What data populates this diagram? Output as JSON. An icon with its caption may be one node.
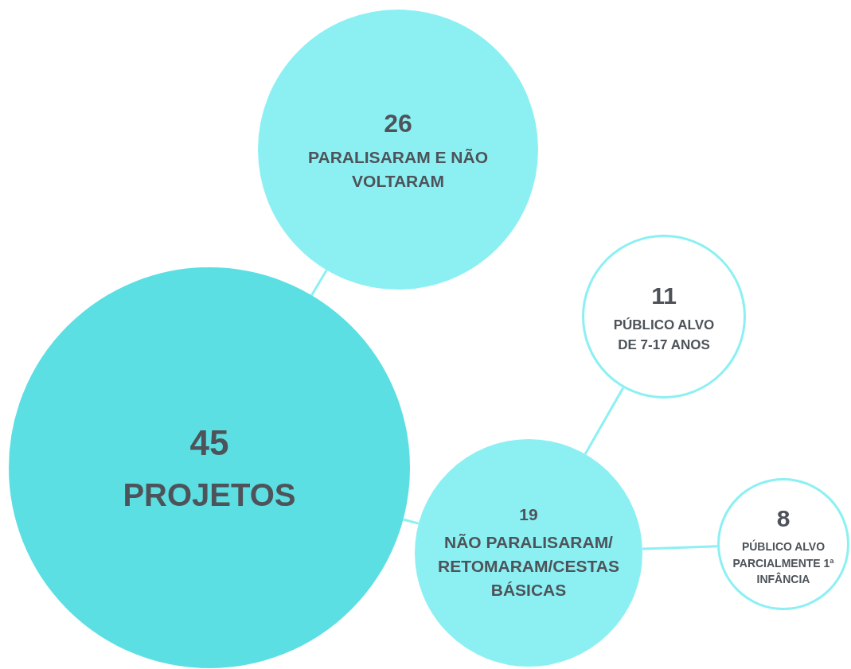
{
  "diagram": {
    "nodes": [
      {
        "text": [
          "45",
          "PROJETOS"
        ]
      },
      {
        "text": [
          "26",
          "PARALISARAM E NÃO VOLTARAM"
        ]
      },
      {
        "text": [
          "11",
          "PÚBLICO ALVO DE 7-17 ANOS"
        ]
      },
      {
        "text": [
          "19",
          "NÃO PARALISARAM/ RETOMARAM/CESTAS BÁSICAS"
        ]
      },
      {
        "text": [
          "8",
          "PÚBLICO ALVO PARCIALMENTE 1ª INFÂNCIA"
        ]
      }
    ],
    "edges": [
      {
        "from": 0,
        "to": 1,
        "arrow": "none"
      },
      {
        "from": 0,
        "to": 3,
        "arrow": "none"
      },
      {
        "from": 3,
        "to": 2,
        "arrow": "none"
      },
      {
        "from": 3,
        "to": 4,
        "arrow": "none"
      }
    ]
  }
}
